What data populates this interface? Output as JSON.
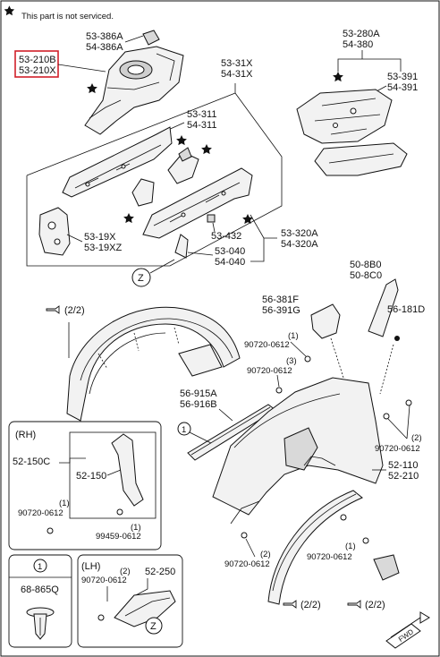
{
  "notice": "This part is not serviced.",
  "labels": {
    "p53386A": "53-386A",
    "p54386A": "54-386A",
    "p53210B": "53-210B",
    "p53210X": "53-210X",
    "p5331X": "53-31X",
    "p5431X": "54-31X",
    "p53311": "53-311",
    "p54311": "54-311",
    "p5319X": "53-19X",
    "p5319XZ": "53-19XZ",
    "p53432": "53-432",
    "p53040": "53-040",
    "p54040": "54-040",
    "p53320A": "53-320A",
    "p54320A": "54-320A",
    "p53280A": "53-280A",
    "p54380": "54-380",
    "p53391": "53-391",
    "p54391": "54-391",
    "p508B0": "50-8B0",
    "p508C0": "50-8C0",
    "p56381F": "56-381F",
    "p56391G": "56-391G",
    "p56181D": "56-181D",
    "p90720a": "90720-0612",
    "p90720a_n": "(1)",
    "p90720b": "90720-0612",
    "p90720b_n": "(3)",
    "p56915A": "56-915A",
    "p56916B": "56-916B",
    "p90720c": "90720-0612",
    "p90720c_n": "(2)",
    "p52110": "52-110",
    "p52210": "52-210",
    "p90720d": "90720-0612",
    "p90720d_n": "(2)",
    "p90720e": "90720-0612",
    "p90720e_n": "(1)",
    "rh": "(RH)",
    "p52150C": "52-150C",
    "p52150": "52-150",
    "p90720f": "90720-0612",
    "p90720f_n": "(1)",
    "p99459": "99459-0612",
    "p99459_n": "(1)",
    "lh": "(LH)",
    "p52250": "52-250",
    "p90720g": "90720-0612",
    "p90720g_n": "(2)",
    "p68865Q": "68-865Q",
    "ref22a": "(2/2)",
    "ref22b": "(2/2)",
    "ref22c": "(2/2)",
    "callout1": "1",
    "zoneZ": "Z",
    "fwd": "FWD"
  }
}
